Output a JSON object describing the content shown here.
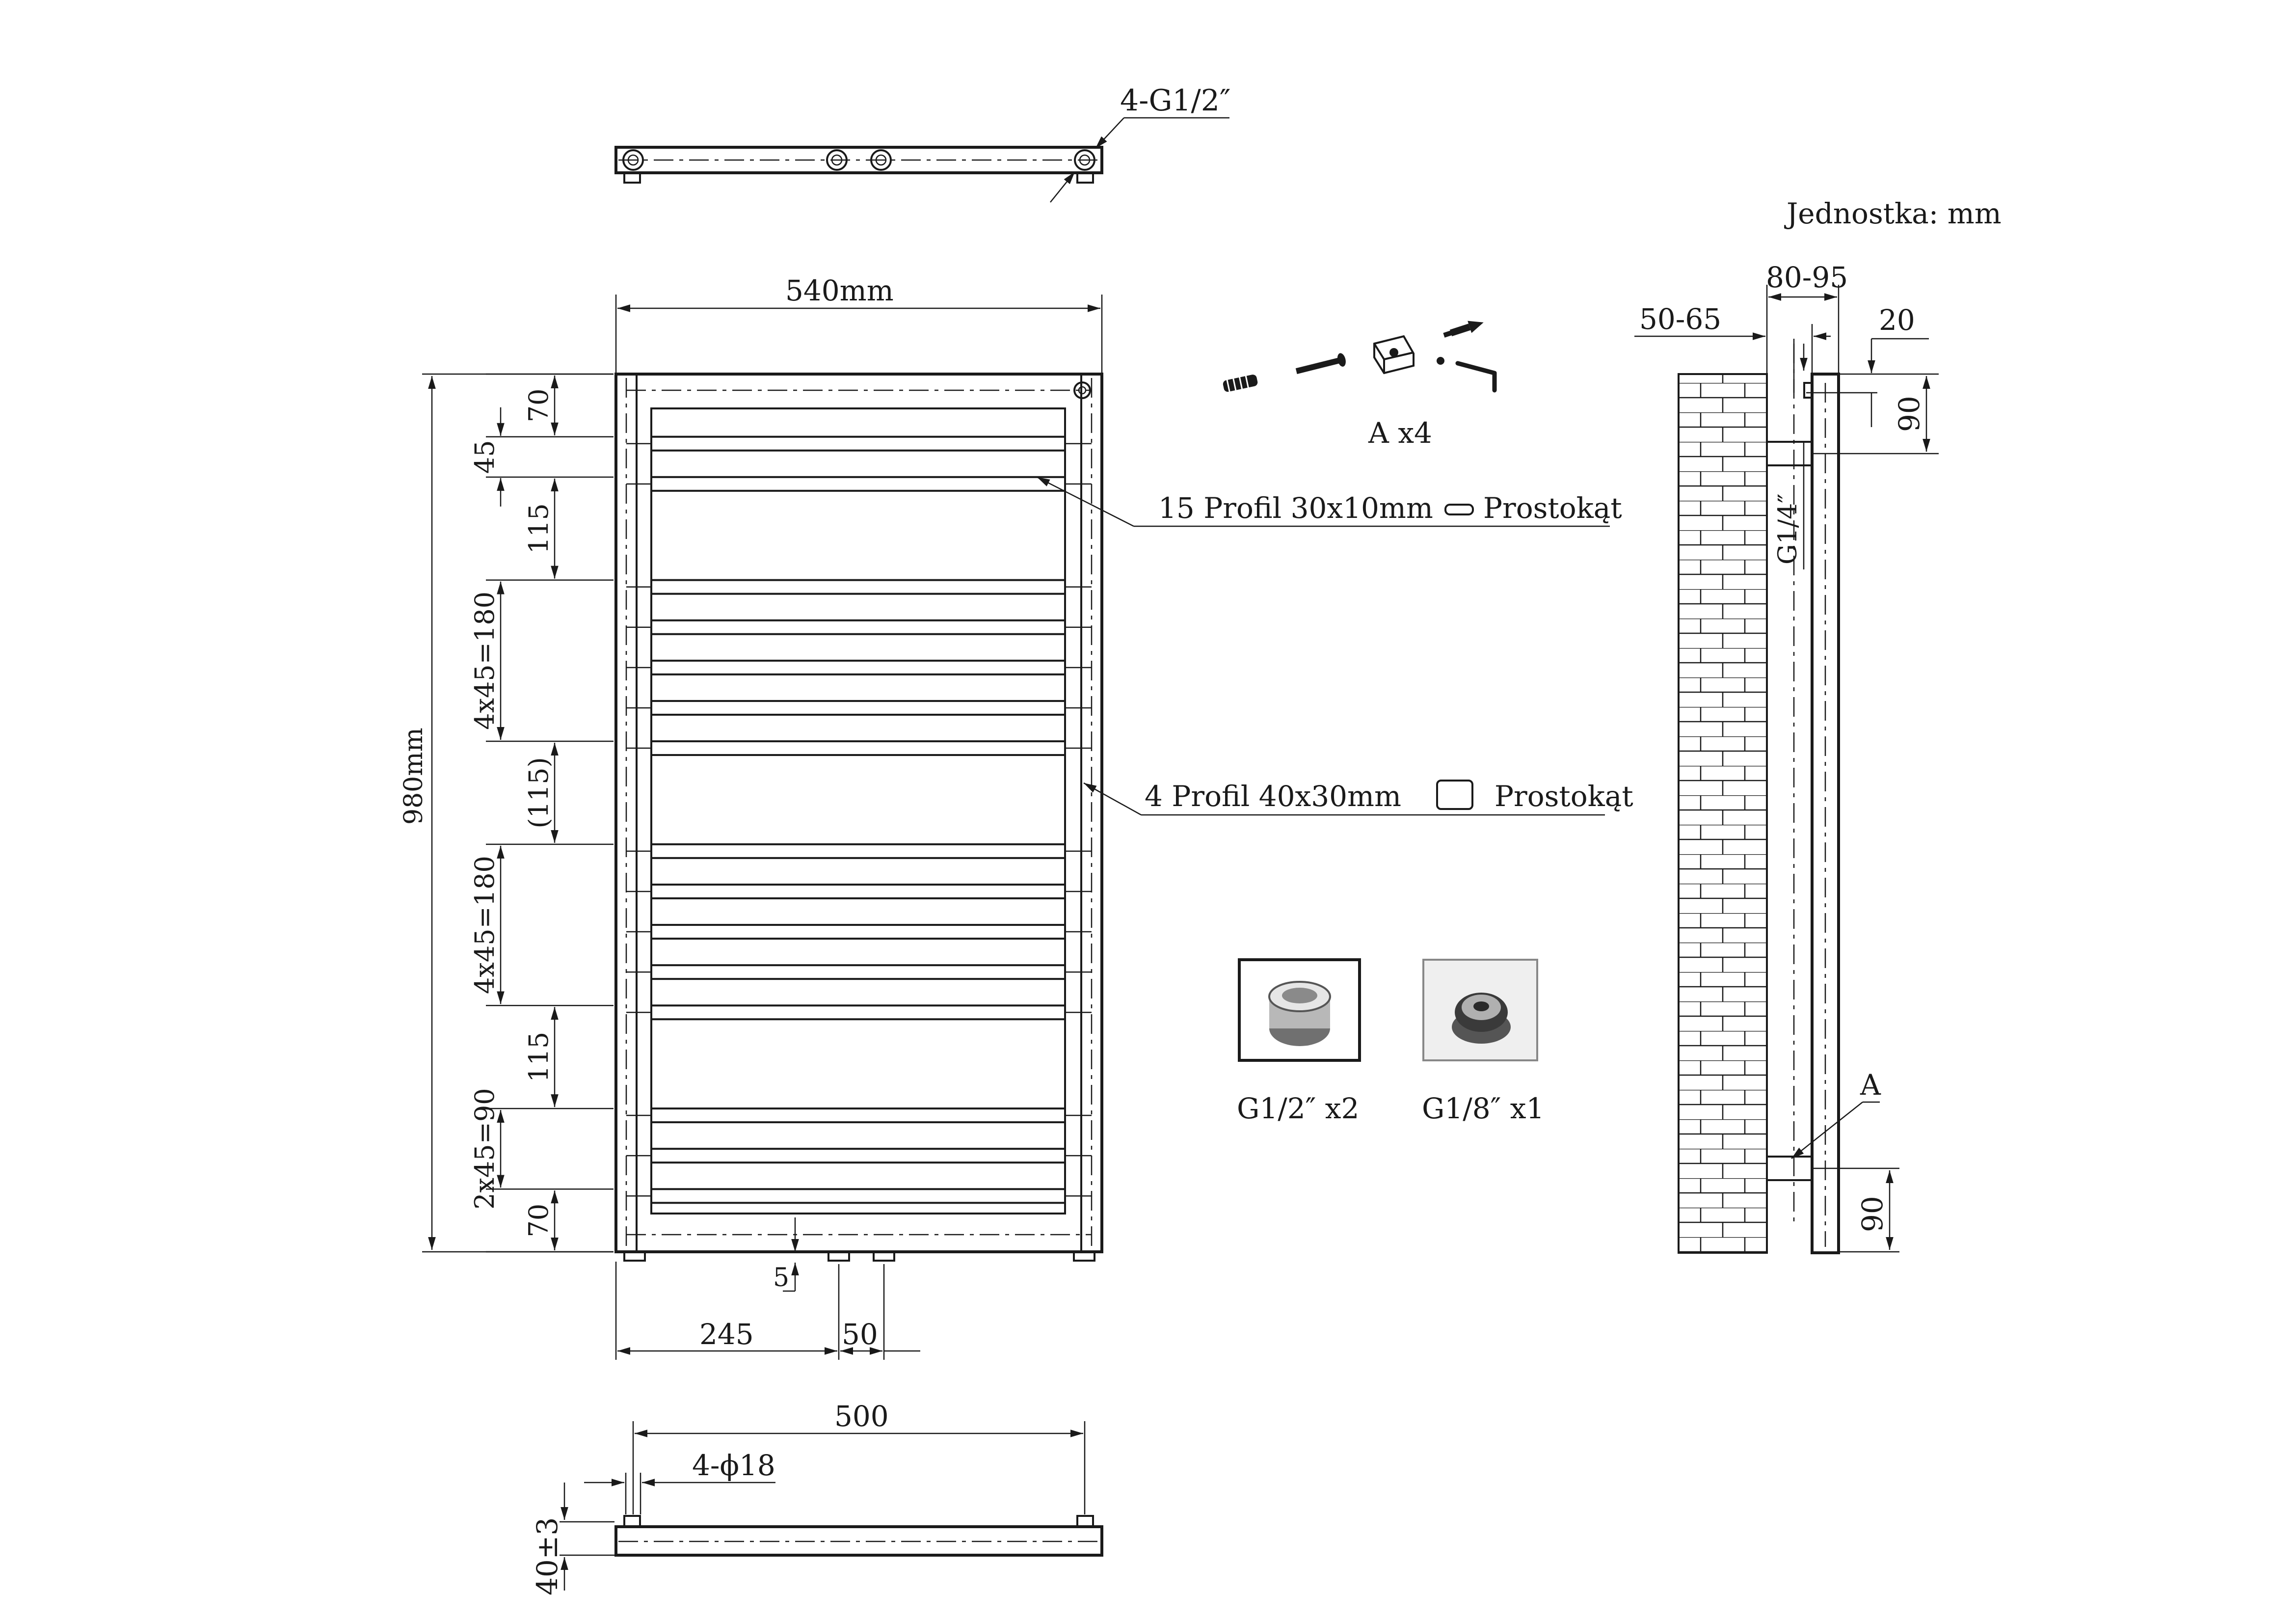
{
  "units_note": "Jednostka: mm",
  "top_view": {
    "thread_label": "4-G1/2″"
  },
  "front_view": {
    "width_label": "540mm",
    "height_label": "980mm",
    "dims_left": [
      "70",
      "45",
      "115",
      "4x45=180",
      "(115)",
      "4x45=180",
      "115",
      "2x45=90",
      "70"
    ],
    "bottom_dims": {
      "gap": "5",
      "left_offset": "245",
      "pipe_spacing": "50"
    }
  },
  "callouts": {
    "small_profile": "15 Profil 30x10mm",
    "small_profile_shape": "Prostokąt",
    "large_profile": "4 Profil 40x30mm",
    "large_profile_shape": "Prostokąt"
  },
  "accessories": {
    "kit_label": "A x4"
  },
  "valves": [
    {
      "label": "G1/2″ x2"
    },
    {
      "label": "G1/8″ x1"
    }
  ],
  "side_view": {
    "dim_80_95": "80-95",
    "dim_50_65": "50-65",
    "dim_20": "20",
    "dim_top_90": "90",
    "dim_bottom_90": "90",
    "thread": "G1/4″",
    "detail_mark": "A"
  },
  "bottom_view": {
    "width": "500",
    "holes": "4-ϕ18",
    "depth": "40±3"
  },
  "colors": {
    "line": "#1a1a1a",
    "background": "#ffffff"
  }
}
